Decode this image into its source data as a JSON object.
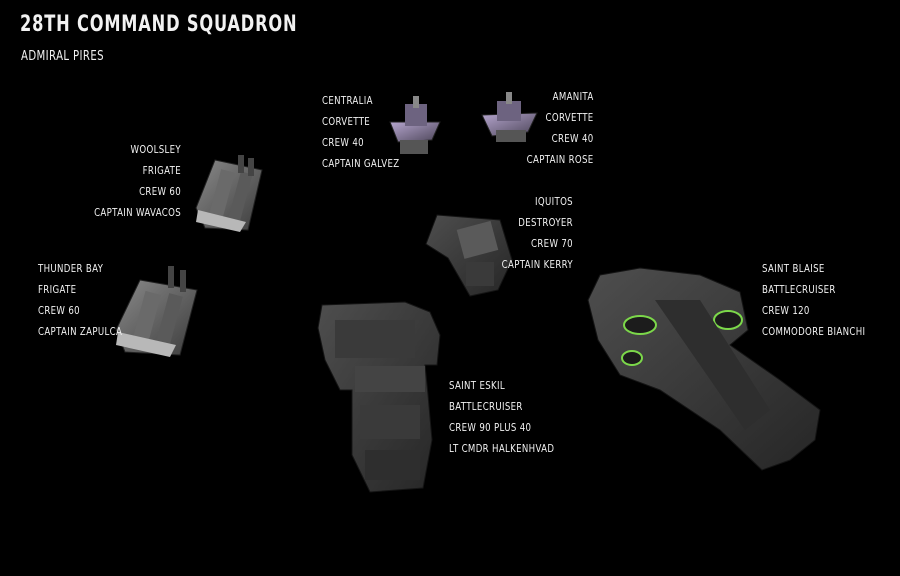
{
  "header": {
    "title": "28TH COMMAND SQUADRON",
    "subtitle": "ADMIRAL PIRES"
  },
  "ships": [
    {
      "name": "WOOLSLEY",
      "class": "FRIGATE",
      "crew": "CREW 60",
      "captain": "CAPTAIN WAVACOS"
    },
    {
      "name": "THUNDER BAY",
      "class": "FRIGATE",
      "crew": "CREW 60",
      "captain": "CAPTAIN ZAPULCA"
    },
    {
      "name": "CENTRALIA",
      "class": "CORVETTE",
      "crew": "CREW 40",
      "captain": "CAPTAIN GALVEZ"
    },
    {
      "name": "AMANITA",
      "class": "CORVETTE",
      "crew": "CREW 40",
      "captain": "CAPTAIN ROSE"
    },
    {
      "name": "IQUITOS",
      "class": "DESTROYER",
      "crew": "CREW 70",
      "captain": "CAPTAIN KERRY"
    },
    {
      "name": "SAINT BLAISE",
      "class": "BATTLECRUISER",
      "crew": "CREW 120",
      "captain": "COMMODORE BIANCHI"
    },
    {
      "name": "SAINT ESKIL",
      "class": "BATTLECRUISER",
      "crew": "CREW 90 PLUS 40",
      "captain": "LT CMDR HALKENHVAD"
    }
  ],
  "colors": {
    "background": "#000000",
    "text": "#f2f2f2",
    "hull": "#4a4a4a",
    "corvette_glow": "#a58fc4",
    "engine_glow": "#7cd84a"
  }
}
